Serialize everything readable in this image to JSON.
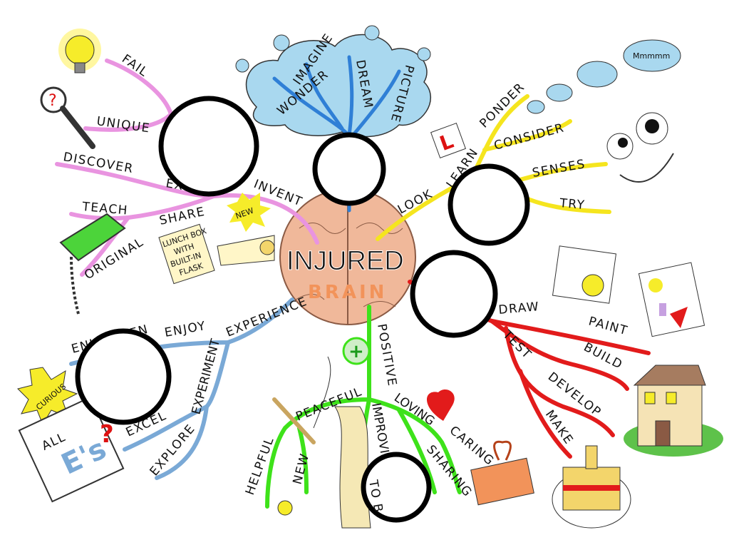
{
  "center": {
    "line1": "INJURED",
    "line2": "BRAIN"
  },
  "branches": {
    "pink": {
      "color": "#e994e0",
      "labels": [
        "FAIL",
        "UNIQUE",
        "DISCOVER",
        "EXPAND",
        "INVENT",
        "TEACH",
        "SHARE",
        "ORIGINAL"
      ]
    },
    "cloud": {
      "color": "#2f7fd6",
      "labels": [
        "IMAGINE",
        "WONDER",
        "DREAM",
        "PICTURE"
      ]
    },
    "yellow": {
      "color": "#f5e51e",
      "labels": [
        "PONDER",
        "CONSIDER",
        "LEARN",
        "LOOK",
        "SENSES",
        "TRY"
      ]
    },
    "red": {
      "color": "#e21b1b",
      "labels": [
        "DRAW",
        "PAINT",
        "BUILD",
        "TEST",
        "DEVELOP",
        "MAKE"
      ]
    },
    "green": {
      "color": "#3ee21a",
      "labels": [
        "POSITIVE",
        "PEACEFUL",
        "LOVING",
        "CARING",
        "SHARING",
        "IMPROVING",
        "TO B",
        "HELPFUL",
        "NEW"
      ]
    },
    "blue": {
      "color": "#7aa9d6",
      "labels": [
        "ENLIGHTEN",
        "ENJOY",
        "EXPERIENCE",
        "EXPERIMENT",
        "EXCEL",
        "EXPLORE"
      ]
    }
  },
  "doodles": {
    "new_burst": "NEW",
    "lunchbox_note": [
      "LUNCH BOX",
      "WITH",
      "BUILT-IN",
      "FLASK"
    ],
    "learner_plate": "L",
    "thought_bubble": "Mmmmm",
    "curious_burst": "CURIOUS",
    "all_es_card": [
      "ALL",
      "E's"
    ],
    "question_mark": "?"
  }
}
